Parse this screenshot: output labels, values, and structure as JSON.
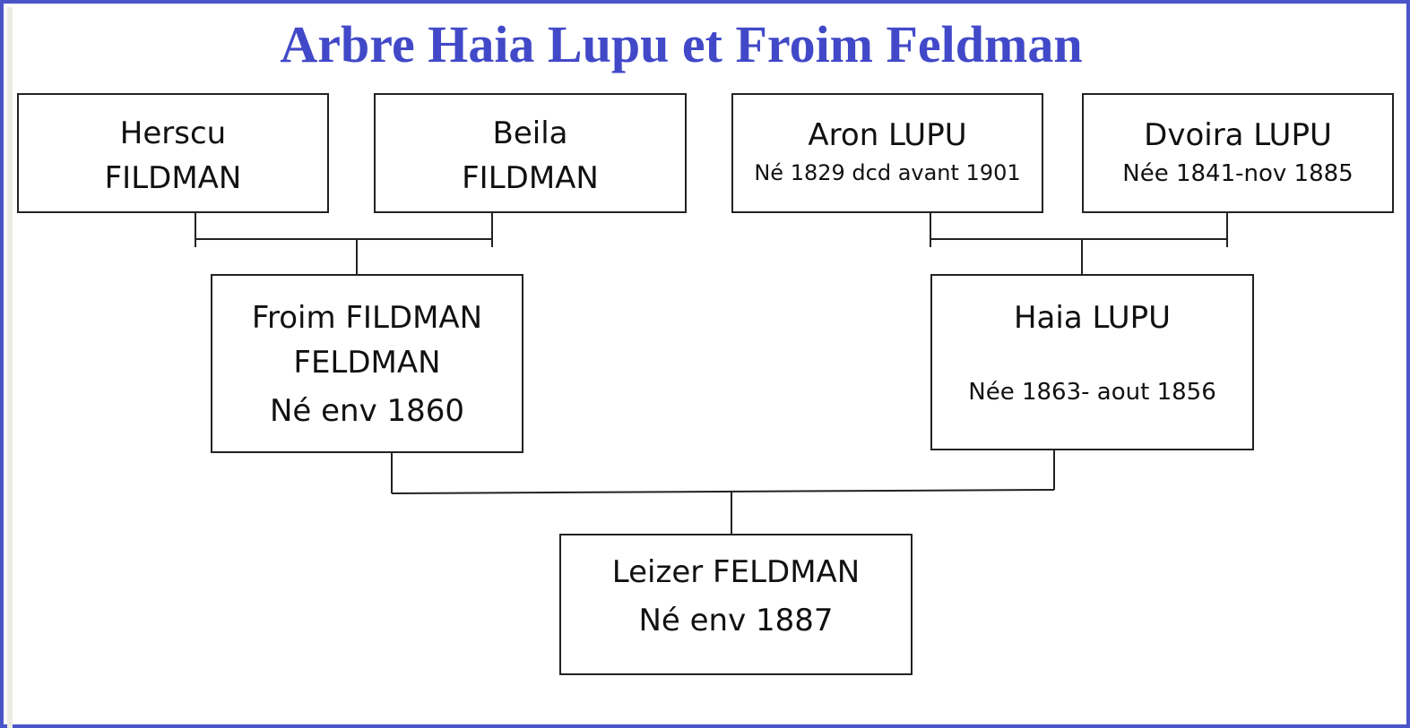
{
  "title": "Arbre Haia Lupu et Froim Feldman",
  "colors": {
    "frame": "#4a55c8",
    "title": "#4149c8",
    "lines": "#222222"
  },
  "persons": {
    "herscu": {
      "line1": "Herscu",
      "line2": "FILDMAN"
    },
    "beila": {
      "line1": "Beila",
      "line2": "FILDMAN"
    },
    "aron": {
      "line1": "Aron LUPU",
      "line2": "Né 1829 dcd avant 1901"
    },
    "dvoira": {
      "line1": "Dvoira LUPU",
      "line2": "Née 1841-nov 1885"
    },
    "froim": {
      "line1": "Froim FILDMAN",
      "line2": "FELDMAN",
      "line3": "Né env 1860"
    },
    "haia": {
      "line1": "Haia LUPU",
      "line2": "Née 1863- aout 1856"
    },
    "leizer": {
      "line1": "Leizer FELDMAN",
      "line2": "Né env 1887"
    }
  }
}
